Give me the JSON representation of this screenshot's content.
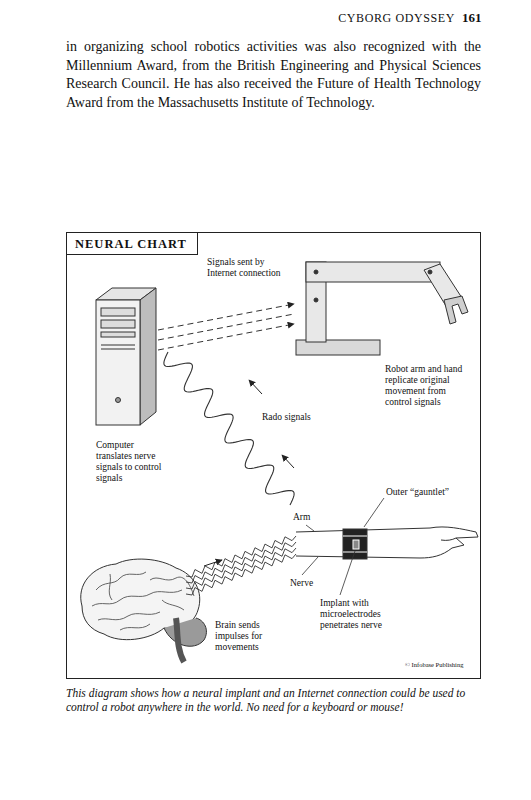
{
  "diagram": {
    "title": "NEURAL CHART",
    "caption": "This diagram shows how a neural implant and an Internet connection could be used to control a robot anywhere in the world. No need for a keyboard or mouse!",
    "labels": [
      "CYBORG ODYSSEY",
      "161",
      "in organizing school robotics activities was also recognized with the Millennium Award, from the British Engineering and Physical Sciences Research Council. He has also received the Future of Health Technology Award from the Massachusetts Institute of Technology.",
      "Signals sent by Internet connection",
      "Robot arm and hand replicate original movement from control signals",
      "Rado signals",
      "Computer translates nerve signals to control signals",
      "Arm",
      "Outer “gauntlet”",
      "Nerve",
      "Implant with microelectrodes penetrates nerve",
      "Brain sends impulses for movements",
      "© Infobase Publishing"
    ]
  }
}
